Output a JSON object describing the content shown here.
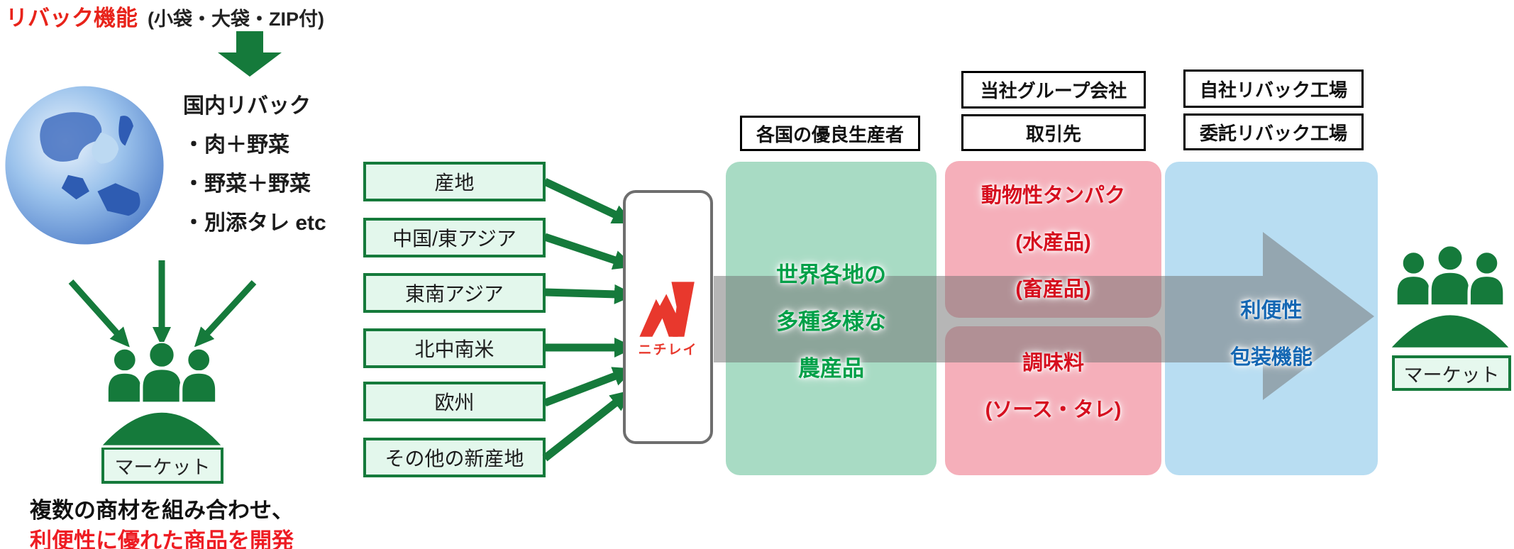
{
  "header": {
    "repack_title": "リバック機能",
    "repack_note": "(小袋・大袋・ZIP付)"
  },
  "domestic_repack": {
    "heading": "国内リバック",
    "items": [
      "・肉＋野菜",
      "・野菜＋野菜",
      "・別添タレ etc"
    ]
  },
  "left_market": {
    "label": "マーケット",
    "caption_line1": "複数の商材を組み合わせ、",
    "caption_line2": "利便性に優れた商品を開発"
  },
  "sources": {
    "items": [
      "産地",
      "中国/東アジア",
      "東南アジア",
      "北中南米",
      "欧州",
      "その他の新産地"
    ]
  },
  "company": {
    "logo_text": "ニチレイ"
  },
  "stage_producers": {
    "header": "各国の優良生産者",
    "line1": "世界各地の",
    "line2": "多種多様な",
    "line3": "農産品"
  },
  "stage_suppliers": {
    "header1": "当社グループ会社",
    "header2": "取引先",
    "top_line1": "動物性タンパク",
    "top_line2": "(水産品)",
    "top_line3": "(畜産品)",
    "bottom_line1": "調味料",
    "bottom_line2": "(ソース・タレ)"
  },
  "stage_repack": {
    "header1": "自社リバック工場",
    "header2": "委託リバック工場",
    "line1": "利便性",
    "line2": "包装機能"
  },
  "right_market": {
    "label": "マーケット"
  },
  "colors": {
    "brand_red": "#e8382d",
    "green_dark": "#157a3b",
    "green_stage_fill": "#a8dbc4",
    "green_stage_text": "#00a048",
    "pink_stage_fill": "#f5afba",
    "pink_stage_text": "#d60f1f",
    "blue_stage_fill": "#b8ddf2",
    "blue_stage_text": "#1467b3",
    "flow_arrow_gray": "rgba(115,115,115,0.52)"
  }
}
